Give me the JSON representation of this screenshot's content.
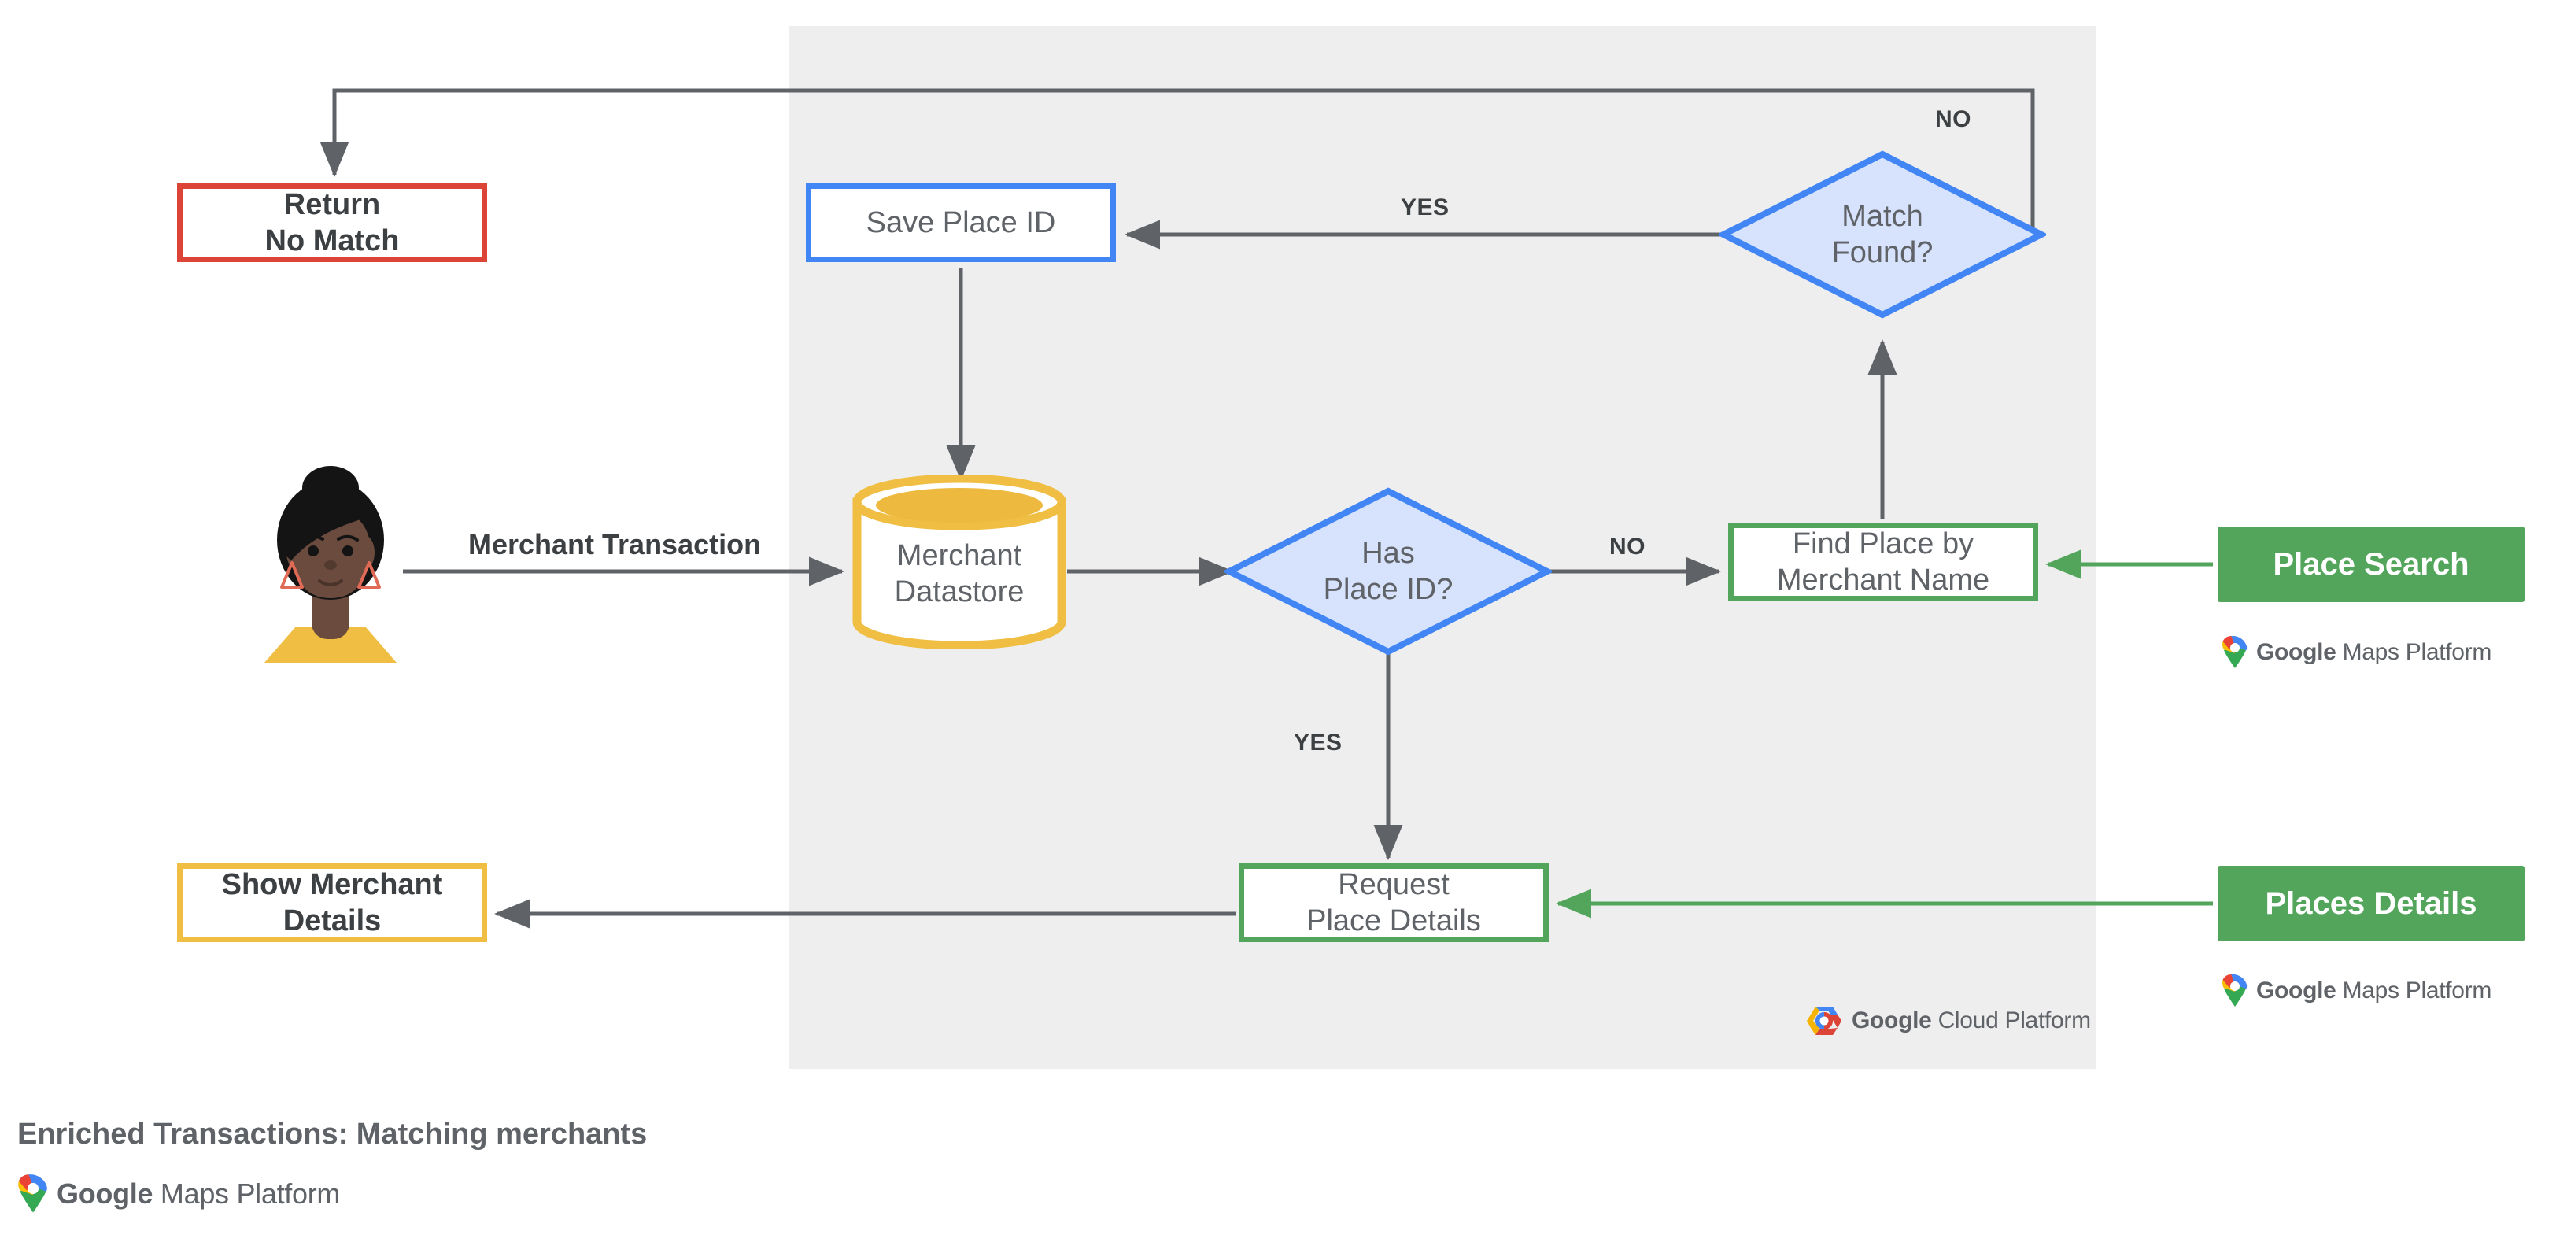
{
  "diagram": {
    "caption": "Enriched Transactions: Matching merchants",
    "panel_label": "google-cloud-platform-region",
    "nodes": {
      "return_no_match": "Return\nNo Match",
      "save_place_id": "Save Place ID",
      "match_found": "Match\nFound?",
      "merchant_datastore": "Merchant\nDatastore",
      "has_place_id": "Has\nPlace ID?",
      "find_place": "Find Place by\nMerchant Name",
      "request_place_details": "Request\nPlace Details",
      "show_merchant_details": "Show Merchant\nDetails",
      "place_search": "Place Search",
      "places_details": "Places Details"
    },
    "edge_labels": {
      "merchant_transaction": "Merchant Transaction",
      "match_no": "NO",
      "match_yes": "YES",
      "place_id_no": "NO",
      "place_id_yes": "YES"
    },
    "logos": {
      "maps_brand": "Google",
      "maps_product": " Maps Platform",
      "cloud_brand": "Google",
      "cloud_product": " Cloud Platform"
    },
    "colors": {
      "red": "#DB4437",
      "blue": "#4285F4",
      "blue_fill": "#D7E3FC",
      "green": "#52A55B",
      "yellow": "#F0BE42",
      "panel": "#eeeeee",
      "line": "#5f6368",
      "text": "#5f6368"
    }
  }
}
